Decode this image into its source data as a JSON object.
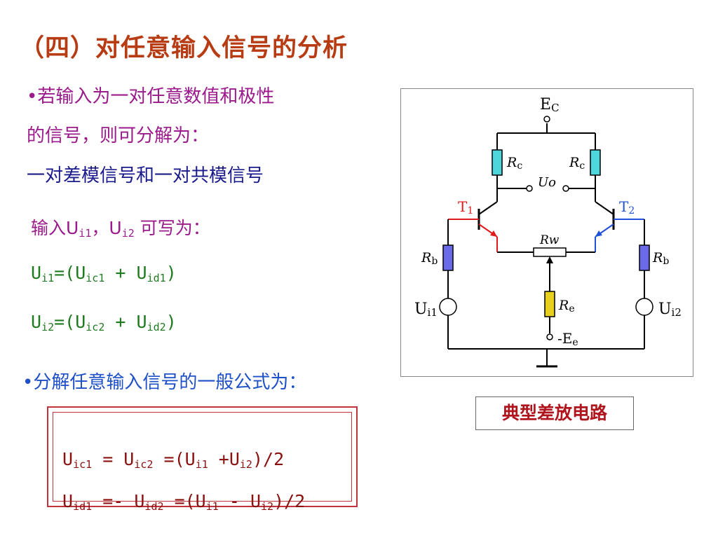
{
  "title": "（四）对任意输入信号的分析",
  "text": {
    "line1": "•若输入为一对任意数值和极性",
    "line2": "的信号，则可分解为：",
    "line3": "一对差模信号和一对共模信号",
    "input_label_prefix": "输入U",
    "input_label_sub1": "i1",
    "input_label_mid": "，U",
    "input_label_sub2": "i2",
    "input_label_suffix": " 可写为：",
    "eq1": {
      "a": "U",
      "a_sub": "i1",
      "b": "=(U",
      "b_sub": "ic1",
      "c": " + U",
      "c_sub": "id1",
      "d": ")"
    },
    "eq2": {
      "a": "U",
      "a_sub": "i2",
      "b": "=(U",
      "b_sub": "ic2",
      "c": " + U",
      "c_sub": "id2",
      "d": ")"
    },
    "line_general": "•分解任意输入信号的一般公式为："
  },
  "formulas": {
    "f1": {
      "a": "U",
      "a_sub": "ic1",
      "b": " = U",
      "b_sub": "ic2",
      "c": " =(U",
      "c_sub": "i1",
      "d": " +U",
      "d_sub": "i2",
      "e": ")/2"
    },
    "f2": {
      "a": "U",
      "a_sub": "id1",
      "b": " =- U",
      "b_sub": "id2",
      "c": " =(U",
      "c_sub": "i1",
      "d": " - U",
      "d_sub": "i2",
      "e": ")/2"
    }
  },
  "circuit": {
    "caption": "典型差放电路",
    "labels": {
      "ec": "E",
      "ec_sub": "C",
      "rc_left": "R",
      "rc_left_sub": "c",
      "rc_right": "R",
      "rc_right_sub": "c",
      "uo": "Uo",
      "t1": "T",
      "t1_sub": "1",
      "t2": "T",
      "t2_sub": "2",
      "rw": "Rw",
      "rb_left": "R",
      "rb_left_sub": "b",
      "rb_right": "R",
      "rb_right_sub": "b",
      "re": "R",
      "re_sub": "e",
      "ui1": "U",
      "ui1_sub": "i1",
      "ui2": "U",
      "ui2_sub": "i2",
      "ee": "-E",
      "ee_sub": "e"
    },
    "colors": {
      "rc": "#4dd6dc",
      "rb": "#6a6ae8",
      "re": "#e8d020",
      "t1_input": "#e01a1a",
      "t2_input": "#1e50d8",
      "wire": "#000000"
    }
  }
}
